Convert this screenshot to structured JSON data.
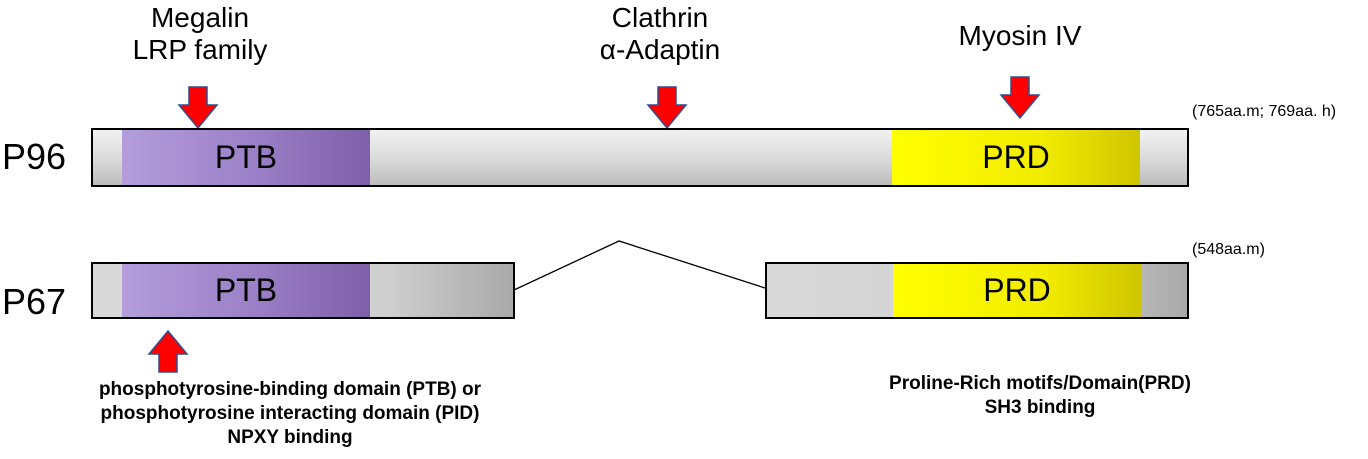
{
  "annotations": {
    "megalin": "Megalin",
    "lrp_family": "LRP family",
    "clathrin": "Clathrin",
    "alpha_adaptin": "α-Adaptin",
    "myosin": "Myosin IV"
  },
  "proteins": {
    "p96": {
      "name": "P96",
      "size_note": "(765aa.m; 769aa. h)",
      "domain_left": "PTB",
      "domain_right": "PRD"
    },
    "p67": {
      "name": "P67",
      "size_note": "(548aa.m)",
      "domain_left": "PTB",
      "domain_right": "PRD"
    }
  },
  "descriptions": {
    "ptb_line1": "phosphotyrosine-binding domain (PTB) or",
    "ptb_line2": "phosphotyrosine interacting domain (PID)",
    "ptb_line3": "NPXY binding",
    "prd_line1": "Proline-Rich motifs/Domain(PRD)",
    "prd_line2": "SH3 binding"
  },
  "colors": {
    "arrow_fill": "#ff0000",
    "arrow_stroke": "#2f4f8f",
    "ptb": "#9a7fc6",
    "prd": "#ffff00"
  }
}
